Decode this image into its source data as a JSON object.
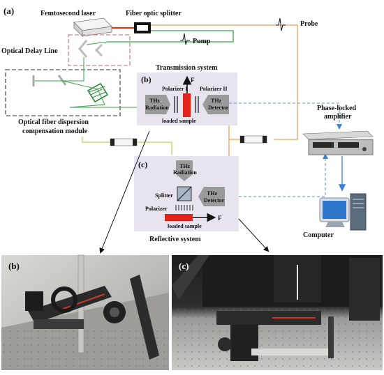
{
  "labels": {
    "panel_a": "(a)",
    "laser": "Femtosecond laser",
    "splitter": "Fiber optic splitter",
    "probe": "Probe",
    "pump": "Pump",
    "delay_line": "Optical Delay Line",
    "dispersion_1": "Optical fiber dispersion",
    "dispersion_2": "compensation module",
    "transmission_title": "Transmission system",
    "panel_b": "(b)",
    "force": "F",
    "polarizer1": "Polarizer I",
    "polarizer2": "Polarizer II",
    "thz_rad_t1": "THz",
    "thz_rad_t2": "Radiation",
    "thz_det_t1": "THz",
    "thz_det_t2": "Detector",
    "loaded_sample_t": "loaded sample",
    "amplifier_1": "Phase-locked",
    "amplifier_2": "amplifier",
    "panel_c": "(c)",
    "thz_rad_r1": "THz",
    "thz_rad_r2": "Radiation",
    "splitter_r": "Splitter",
    "polarizer_r": "Polarizer",
    "thz_det_r1": "THz",
    "thz_det_r2": "Detector",
    "loaded_sample_r": "loaded sample",
    "force_r": "F",
    "computer": "Computer",
    "reflective_title": "Reflective system",
    "photo_b": "(b)",
    "photo_c": "(c)"
  },
  "colors": {
    "probe_line": "#e8a060",
    "pump_line": "#3aa04a",
    "signal_dash": "#5a8fd6",
    "module_bg": "#e8e4ee",
    "sample_red": "#e2231a",
    "thz_body": "#9a9a9a",
    "delay_dash": "#c98a8a"
  }
}
